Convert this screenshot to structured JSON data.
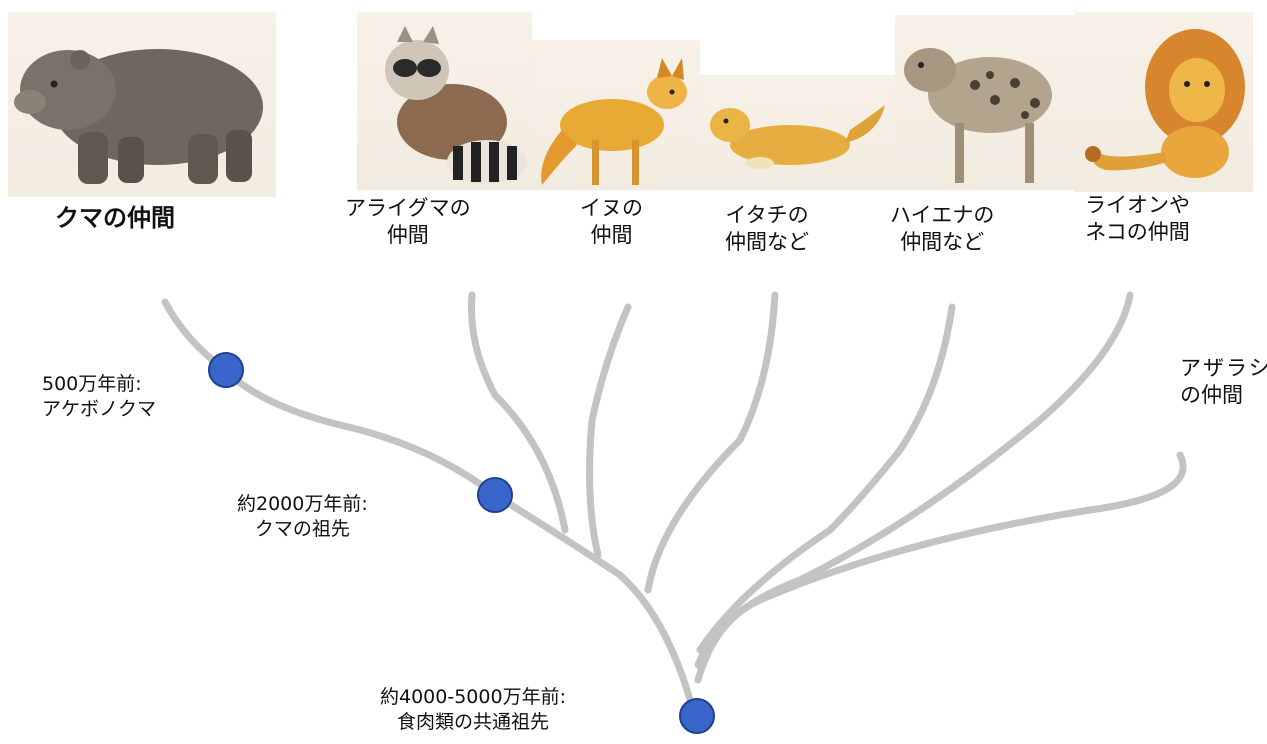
{
  "groups": {
    "bear": {
      "line1": "クマの仲間"
    },
    "raccoon": {
      "line1": "アライグマの",
      "line2": "仲間"
    },
    "dog": {
      "line1": "イヌの",
      "line2": "仲間"
    },
    "weasel": {
      "line1": "イタチの",
      "line2": "仲間など"
    },
    "hyena": {
      "line1": "ハイエナの",
      "line2": "仲間など"
    },
    "lion": {
      "line1": "ライオンや",
      "line2": "ネコの仲間"
    },
    "seal": {
      "line1": "アザラシ",
      "line2": "の仲間"
    }
  },
  "nodes": {
    "akebono": {
      "line1": "500万年前:",
      "line2": "アケボノクマ"
    },
    "bear_ancestor": {
      "line1": "約2000万年前:",
      "line2": "クマの祖先"
    },
    "carnivore_ancestor": {
      "line1": "約4000-5000万年前:",
      "line2": "食肉類の共通祖先"
    }
  },
  "colors": {
    "branch": "#c3c3c3",
    "node_fill": "#3a66cc",
    "node_stroke": "#1f3f8f",
    "paper": "#f4ede2"
  },
  "icons": [
    "bear-illustration",
    "raccoon-illustration",
    "fox-illustration",
    "weasel-illustration",
    "hyena-illustration",
    "lion-illustration"
  ]
}
